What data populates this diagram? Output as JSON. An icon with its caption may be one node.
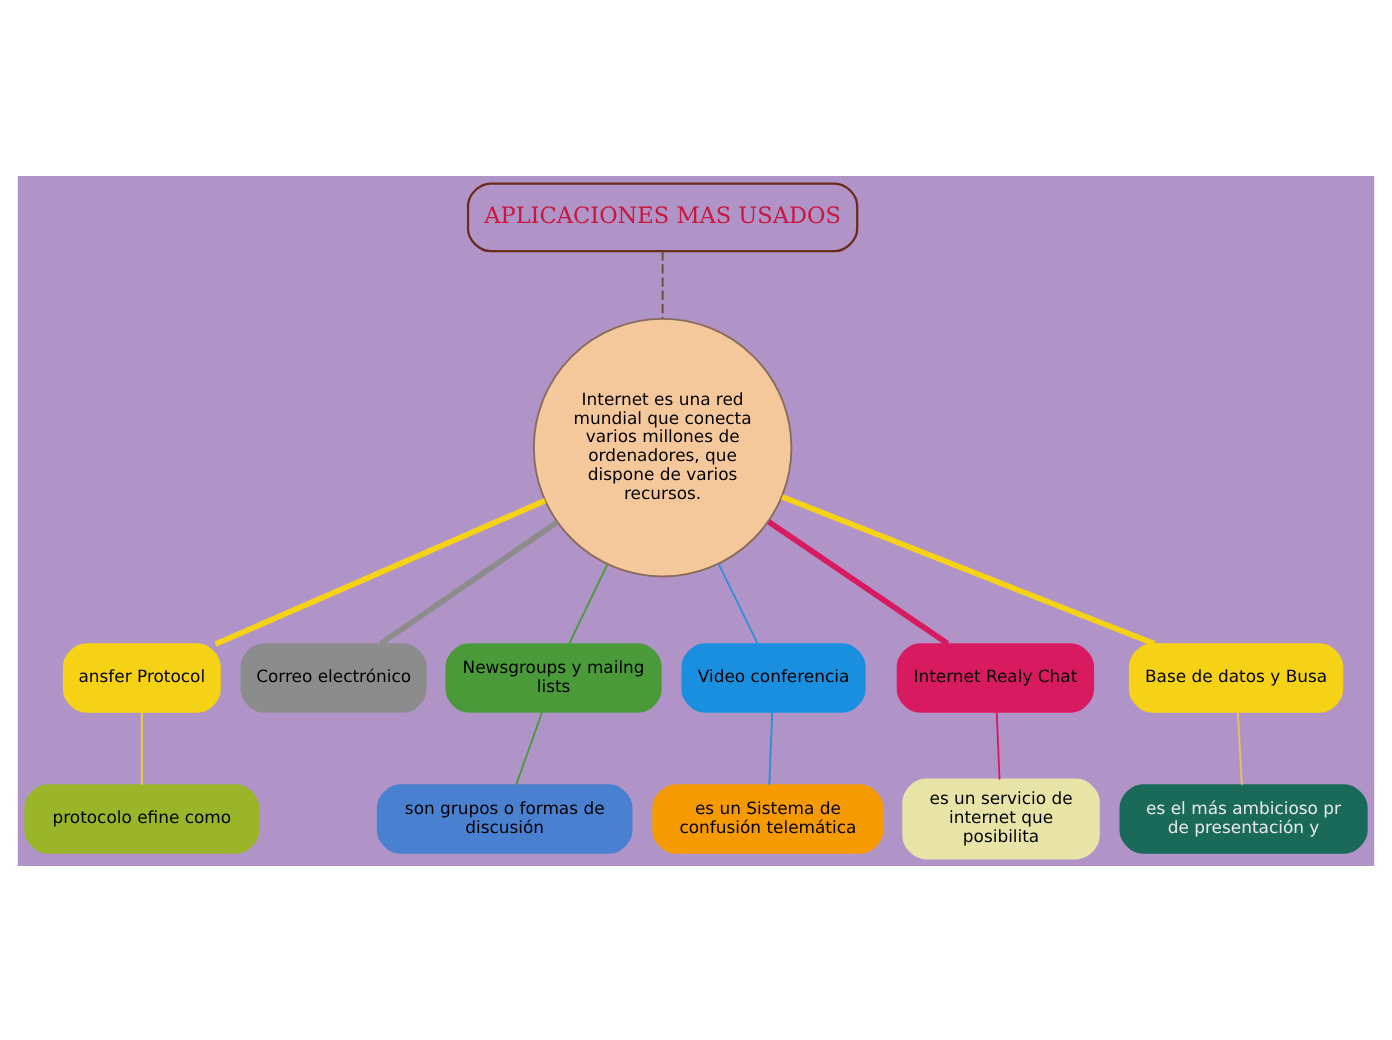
{
  "diagram": {
    "nodes": [
      {
        "text": [
          "APLICACIONES MAS USADOS"
        ]
      },
      {
        "text": [
          "Internet es una red mundial que conecta varios millones de ordenadores, que dispone de varios recursos."
        ]
      },
      {
        "text": [
          "ansfer Protocol"
        ]
      },
      {
        "text": [
          "Correo electrónico"
        ]
      },
      {
        "text": [
          "Newsgroups y mailng lists"
        ]
      },
      {
        "text": [
          "Video conferencia"
        ]
      },
      {
        "text": [
          "Internet Realy Chat"
        ]
      },
      {
        "text": [
          "Base de datos y Busa"
        ]
      },
      {
        "text": [
          "protocolo efine como"
        ]
      },
      {
        "text": [
          "son grupos o formas de discusión"
        ]
      },
      {
        "text": [
          "es un Sistema de confusión telemática"
        ]
      },
      {
        "text": [
          "es un servicio de internet que posibilita"
        ]
      },
      {
        "text": [
          "es el más ambicioso pr de presentación y"
        ]
      }
    ],
    "edges": [
      {
        "from": 0,
        "to": 1,
        "arrow": "none",
        "style": "dashed",
        "color": "#6b4a3a"
      },
      {
        "from": 1,
        "to": 2,
        "arrow": "none",
        "style": "thick",
        "color": "#f5d215"
      },
      {
        "from": 1,
        "to": 3,
        "arrow": "none",
        "style": "thick",
        "color": "#8c8c8c"
      },
      {
        "from": 1,
        "to": 4,
        "arrow": "none",
        "color": "#4a9a3a"
      },
      {
        "from": 1,
        "to": 5,
        "arrow": "none",
        "color": "#2f8fd8"
      },
      {
        "from": 1,
        "to": 6,
        "arrow": "none",
        "style": "thick",
        "color": "#d81b60"
      },
      {
        "from": 1,
        "to": 7,
        "arrow": "none",
        "style": "thick",
        "color": "#f5d215"
      },
      {
        "from": 2,
        "to": 8,
        "arrow": "none",
        "color": "#f5d215"
      },
      {
        "from": 4,
        "to": 9,
        "arrow": "none",
        "color": "#4a9a3a"
      },
      {
        "from": 5,
        "to": 10,
        "arrow": "none",
        "color": "#2f8fd8"
      },
      {
        "from": 6,
        "to": 11,
        "arrow": "none",
        "color": "#d81b60"
      },
      {
        "from": 7,
        "to": 12,
        "arrow": "none",
        "color": "#e8c060"
      }
    ]
  }
}
